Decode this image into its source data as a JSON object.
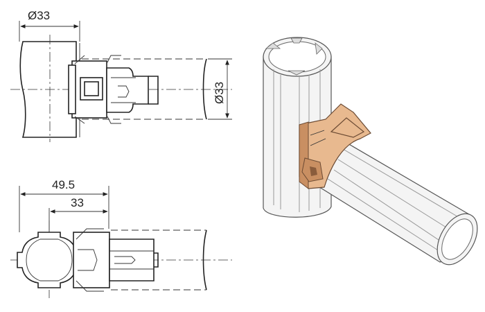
{
  "dimensions": {
    "top_tube_diameter": "Ø33",
    "side_tube_diameter": "Ø33",
    "overall_length": "49.5",
    "inner_length": "33"
  },
  "colors": {
    "line": "#222222",
    "joint_fill": "#e8b98f",
    "joint_shadow": "#c98f62",
    "tube_fill": "#f4f4f4"
  }
}
